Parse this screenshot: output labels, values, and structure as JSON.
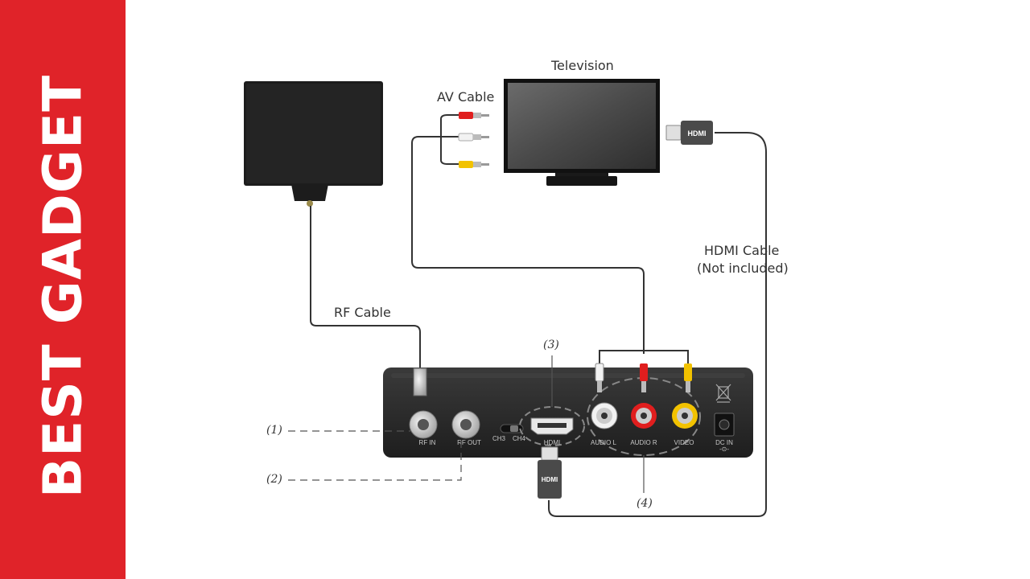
{
  "banner": {
    "text": "BEST GADGET",
    "color": "#e02329"
  },
  "labels": {
    "television": "Television",
    "av_cable": "AV Cable",
    "rf_cable": "RF Cable",
    "hdmi_cable": "HDMI Cable",
    "not_included": "(Not included)"
  },
  "callouts": {
    "c1": "(1)",
    "c2": "(2)",
    "c3": "(3)",
    "c4": "(4)"
  },
  "ports": {
    "rf_in": "RF IN",
    "rf_out": "RF OUT",
    "ch3": "CH3",
    "ch4": "CH4",
    "hdmi": "HDMI",
    "audio_l": "AUDIO L",
    "audio_r": "AUDIO R",
    "video": "VIDEO"
  },
  "plug_text": "HDMI",
  "colors": {
    "red_plug": "#e01e1e",
    "yellow_plug": "#f2c200",
    "white_plug": "#f2f2f2",
    "cable": "#333333"
  }
}
